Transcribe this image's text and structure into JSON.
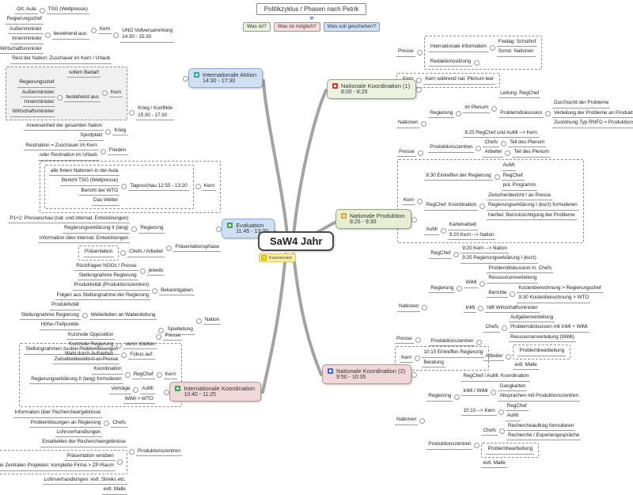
{
  "root": {
    "label": "SaW4 Jahr",
    "note": "Kurzversion"
  },
  "legend": {
    "title": "Politikzyklus / Phasen nach Petrik",
    "items": [
      {
        "label": "Was ist?",
        "bg": "#e9f3da"
      },
      {
        "label": "Was ist möglich?",
        "bg": "#f7dcdc"
      },
      {
        "label": "Was soll geschehen?",
        "bg": "#cfe0f4"
      }
    ]
  },
  "colors": {
    "line": "#9a9a9a",
    "connector": "#8d8d8d"
  },
  "branches": {
    "ia": {
      "bubble": {
        "label": "Internationale Aktion",
        "time": "14:30 - 17:30",
        "bg": "#cfe0f3",
        "border": "#8faecf",
        "icon_color": "#3aa6a0"
      },
      "kids": [
        {
          "t": "UNO Vollversammlung",
          "t2": "14:30 - 15:30",
          "kids": [
            {
              "t": "Kern",
              "kids": [
                {
                  "t": "TSG (Weltpresse)",
                  "kids": [
                    {
                      "t": "Ort: Aula"
                    }
                  ]
                },
                {
                  "t": "bestehend aus:",
                  "kids": [
                    {
                      "t": "Regierungschef"
                    },
                    {
                      "t": "Außenminister"
                    },
                    {
                      "t": "Innenminister"
                    },
                    {
                      "t": "Wirtschaftsminister"
                    }
                  ]
                }
              ]
            },
            {
              "t": "Rest der Nation: Zuschauer im Kern / Urlaub"
            }
          ]
        },
        {
          "t": "Krieg / Konflikte",
          "t2": "15:30 - 17:30",
          "kids": [
            {
              "t": "Kern",
              "boxed": true,
              "bg": true,
              "kids": [
                {
                  "t": "sofern Bedarf"
                },
                {
                  "t": "bestehend aus",
                  "kids": [
                    {
                      "t": "Regierungschef"
                    },
                    {
                      "t": "Außenminister"
                    },
                    {
                      "t": "Innenminister"
                    },
                    {
                      "t": "Wirtschaftsminister"
                    }
                  ]
                }
              ]
            },
            {
              "t": "Krieg",
              "kids": [
                {
                  "t": "Anwesenheit der gesamten Nation"
                },
                {
                  "t": "Sportplatz"
                }
              ]
            },
            {
              "t": "Frieden",
              "kids": [
                {
                  "t": "Restnation = Zuschauer im Kern"
                },
                {
                  "t": "oder Restnation im Urlaub"
                }
              ]
            }
          ]
        }
      ]
    },
    "nk1": {
      "bubble": {
        "label": "Nationale Koordination (1)",
        "time": "8:00 - 8:25",
        "bg": "#edf1df",
        "border": "#9aa08a",
        "icon_color": "#d23a2e"
      },
      "kids": [
        {
          "t": "Presse",
          "boxKids": true,
          "kids": [
            {
              "t": "Internationale Information",
              "kids": [
                {
                  "t": "Freitag: Schulhof"
                },
                {
                  "t": "Sonst: Nationen"
                }
              ]
            },
            {
              "t": "Redaktionssitzung",
              "handle": true
            }
          ]
        },
        {
          "t": "Kern",
          "boxed": true,
          "kids": [
            {
              "t": "Kern während nat. Plenum leer"
            }
          ]
        },
        {
          "t": "Nationen",
          "kids": [
            {
              "t": "Regierung",
              "kids": [
                {
                  "t": "im Plenum",
                  "kids": [
                    {
                      "t": "Leitung: RegChef"
                    },
                    {
                      "t": "Problemdiskussion",
                      "kids": [
                        {
                          "t": "Durchsicht der Probleme"
                        },
                        {
                          "t": "Verteilung der Probleme an Produktionszentren"
                        },
                        {
                          "t": "Zuordnung Typ RNFD = Produktionszentrum"
                        }
                      ]
                    }
                  ]
                },
                {
                  "t": "8:25 RegChef und AuMi --> Kern"
                }
              ]
            },
            {
              "t": "Produktionszentren",
              "kids": [
                {
                  "t": "Chefs",
                  "kids": [
                    {
                      "t": "Teil des Plenum"
                    }
                  ]
                },
                {
                  "t": "Arbeiter",
                  "kids": [
                    {
                      "t": "Teil des Plenum"
                    }
                  ]
                }
              ]
            }
          ]
        }
      ]
    },
    "np": {
      "bubble": {
        "label": "Nationale Produktion",
        "time": "8:25 - 9:30",
        "bg": "#e6eed3",
        "border": "#9aa08a",
        "icon_color": "#e8a33d"
      },
      "kids": [
        {
          "t": "Presse",
          "handle": true
        },
        {
          "t": "Kern",
          "boxed": true,
          "kids": [
            {
              "t": "8:30 Eintreffen der Regierung",
              "kids": [
                {
                  "t": "AuMi"
                },
                {
                  "t": "RegChef"
                },
                {
                  "t": "pol. Programm"
                }
              ]
            },
            {
              "t": "RegChef: Koordination",
              "kids": [
                {
                  "t": "Zwischenbericht I an Presse"
                },
                {
                  "t": "Regierungserklärung I (kurz) formulieren"
                },
                {
                  "t": "hierbei: Berücksichtigung der Probleme"
                }
              ]
            },
            {
              "t": "AuMi",
              "kids": [
                {
                  "t": "Kartenarbeit"
                },
                {
                  "t": "9:20 Kern --> Nation"
                }
              ]
            }
          ]
        },
        {
          "t": "Nationen",
          "kids": [
            {
              "t": "RegChef",
              "kids": [
                {
                  "t": "9:20 Kern --> Nation"
                },
                {
                  "t": "9:25 Regierungserklärung I (kurz)"
                }
              ]
            },
            {
              "t": "Regierung",
              "kids": [
                {
                  "t": "WiMi",
                  "kids": [
                    {
                      "t": "Problemdiskussion m. Chefs"
                    },
                    {
                      "t": "Ressourcenverteilung"
                    },
                    {
                      "t": "Berichte",
                      "kids": [
                        {
                          "t": "Kostenberechnung > Regierungschef"
                        },
                        {
                          "t": "9:30 Kostenberechnung > WTO"
                        }
                      ]
                    }
                  ]
                },
                {
                  "t": "InMi",
                  "kids": [
                    {
                      "t": "hilft Wirtschaftsminister"
                    }
                  ]
                }
              ]
            },
            {
              "t": "Produktionszentren",
              "kids": [
                {
                  "t": "Chefs",
                  "kids": [
                    {
                      "t": "Aufgabenverteilung"
                    },
                    {
                      "t": "Problemdiskussion mit InMi + WiMi"
                    },
                    {
                      "t": "Ressourcenverteilung (WiMi)"
                    }
                  ]
                },
                {
                  "t": "Arbeiter",
                  "kids": [
                    {
                      "t": "Problembearbeitung",
                      "boxed": true
                    },
                    {
                      "t": "evtl. Malle"
                    }
                  ]
                }
              ]
            }
          ]
        }
      ]
    },
    "nk2": {
      "bubble": {
        "label": "Nationale Koordination (2)",
        "time": "9:50 - 10:35",
        "bg": "#f0d8d8",
        "border": "#b49a9a",
        "icon_color": "#3a6fd2"
      },
      "kids": [
        {
          "t": "Presse",
          "handle": true
        },
        {
          "t": "Kern",
          "boxed": true,
          "kids": [
            {
              "t": "10:15 Eintreffen Regierung"
            },
            {
              "t": "Beratung"
            }
          ]
        },
        {
          "t": "Nationen",
          "kids": [
            {
              "t": "Regierung",
              "kids": [
                {
                  "t": "RegChef / AuMi: Koordination"
                },
                {
                  "t": "InMi / WiMi",
                  "kids": [
                    {
                      "t": "Gangkarten"
                    },
                    {
                      "t": "Absprachen mit Produktionszentren"
                    }
                  ]
                },
                {
                  "t": "10:10 --> Kern",
                  "kids": [
                    {
                      "t": "RegChef"
                    },
                    {
                      "t": "AuMi"
                    }
                  ]
                }
              ]
            },
            {
              "t": "Produktionszentren",
              "kids": [
                {
                  "t": "Chefs",
                  "kids": [
                    {
                      "t": "Rechercheauftrag formulieren"
                    },
                    {
                      "t": "Recherche / Expertengespräche"
                    }
                  ]
                },
                {
                  "t": "Problembearbeitung",
                  "boxed": true
                },
                {
                  "t": "evtl. Malle"
                }
              ]
            }
          ]
        }
      ]
    },
    "ik": {
      "bubble": {
        "label": "Internationale Koordination",
        "time": "10:40 - 11:25",
        "bg": "#f0d8d8",
        "border": "#b49a9a",
        "icon_color": "#43a047"
      },
      "kids": [
        {
          "t": "Presse",
          "handle": true
        },
        {
          "t": "Kern",
          "boxed": true,
          "kids": [
            {
              "t": "Fokus auf:",
              "kids": [
                {
                  "t": "Stellungnahmen zu den Problemlösungen"
                },
                {
                  "t": "Zwischenbericht II an Presse"
                }
              ]
            },
            {
              "t": "RegChef",
              "kids": [
                {
                  "t": "Koordination"
                },
                {
                  "t": "Regierungserklärung II (lang) formulieren"
                }
              ]
            },
            {
              "t": "AuMi",
              "kids": [
                {
                  "t": "Verträge"
                }
              ]
            },
            {
              "t": "WiMi > WTO"
            }
          ]
        },
        {
          "t": "Produktionszentren",
          "kids": [
            {
              "t": "Chefs",
              "kids": [
                {
                  "t": "Information über Rechercheergebnisse"
                },
                {
                  "t": "Problemlösungen an Regierung"
                },
                {
                  "t": "Lohnverhandlungen"
                }
              ]
            },
            {
              "t": "Einarbeiten der Rechercheergebnisse"
            },
            {
              "t": "",
              "boxed": true,
              "kids": [
                {
                  "t": "Präsentation einüben"
                },
                {
                  "t": "bei Zentralen Projekten: komplette Firma > ZP-Raum"
                }
              ]
            },
            {
              "t": "Lohnverhandlungen: evtl. Streiks etc."
            },
            {
              "t": "evtl. Malle"
            }
          ]
        }
      ]
    },
    "ev": {
      "bubble": {
        "label": "Evaluation",
        "time": "11:45 - 13:20",
        "bg": "#cfe0f3",
        "border": "#8faecf",
        "icon_color": "#43a047"
      },
      "kids": [
        {
          "t": "Kern",
          "boxed": true,
          "kids": [
            {
              "t": "Tagesschau 12:55 - 13:20",
              "boxed": true,
              "kids": [
                {
                  "t": "alle freien Nationen in der Aula"
                },
                {
                  "t": "Bericht TSG (Weltpresse)"
                },
                {
                  "t": "Bericht der WTO"
                },
                {
                  "t": "Das Wetter"
                }
              ]
            }
          ]
        },
        {
          "t": "Präsentationsphase",
          "kids": [
            {
              "t": "Regierung",
              "kids": [
                {
                  "t": "P1+2: Presseschau (nat. und internat. Entwicklungen)"
                },
                {
                  "t": "Regierungserklärung II (lang)"
                },
                {
                  "t": "Information über internat. Entwicklungen"
                }
              ]
            },
            {
              "t": "Chefs / Arbeiter",
              "kids": [
                {
                  "t": "Präsentation",
                  "boxed": true
                }
              ]
            },
            {
              "t": "jeweils",
              "kids": [
                {
                  "t": "Rückfragen NGOs / Presse"
                },
                {
                  "t": "Stellungnahme Regierung"
                }
              ]
            }
          ]
        },
        {
          "t": "Nation",
          "kids": [
            {
              "t": "Bekanntgaben",
              "kids": [
                {
                  "t": "Produktivität (Produktionszentren)"
                },
                {
                  "t": "Folgen aus Stellungnahme der Regierung"
                }
              ]
            },
            {
              "t": "Spielleitung",
              "kids": [
                {
                  "t": "Weiterleiten an Wabenleitung",
                  "kids": [
                    {
                      "t": "Produktivität"
                    },
                    {
                      "t": "Stellungnahme Regierung"
                    },
                    {
                      "t": "Höhe-/Tiefpunkte"
                    }
                  ]
                },
                {
                  "t": "wenn Wahlen",
                  "kids": [
                    {
                      "t": "Kurzrede Opposition"
                    },
                    {
                      "t": "Kurzrede Regierung"
                    },
                    {
                      "t": "Wahl durch Aufstehen"
                    }
                  ]
                }
              ]
            }
          ]
        }
      ]
    }
  }
}
